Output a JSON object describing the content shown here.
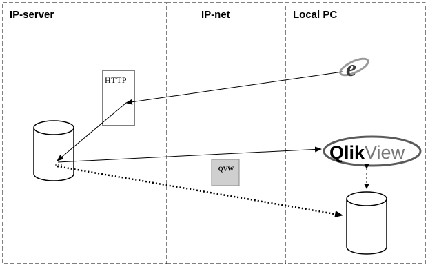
{
  "zones": [
    {
      "title": "IP-server"
    },
    {
      "title": "IP-net"
    },
    {
      "title": "Local PC"
    }
  ],
  "http_doc": {
    "label": "HTTP"
  },
  "qvw_file": {
    "label": "QVW"
  },
  "qlikview_logo": {
    "bold_part": "Qlik",
    "light_part": "View"
  },
  "browser_icon": {
    "icon": "internet-explorer-icon",
    "glyph": "e"
  },
  "colors": {
    "border": "#000000",
    "qvw_fill": "#cfcfcf",
    "logo_ring": "#5a5a5a"
  }
}
